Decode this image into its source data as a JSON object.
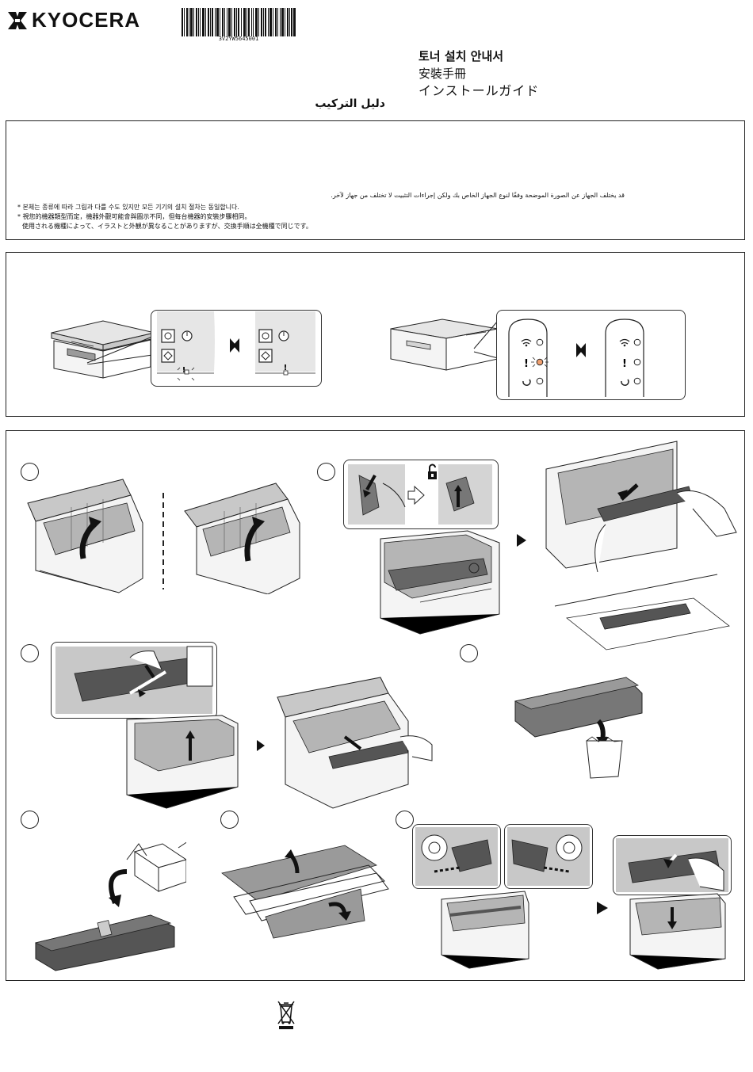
{
  "header": {
    "brand": "KYOCERA",
    "barcode_number": "3V2YW5645001"
  },
  "titles": {
    "korean": "토너 설치 안내서",
    "chinese": "安裝手冊",
    "japanese": "インストールガイド",
    "arabic": "دليل التركيب"
  },
  "notes": {
    "arabic": "قد يختلف الجهاز عن الصورة الموضحة وفقًا لنوع الجهاز الخاص بك ولكن إجراءات التثبيت لا تختلف من جهاز لآخر.",
    "korean": "* 본체는 종류에 따라 그림과 다를 수도 있지만 모든 기기의 설치 절차는 동일합니다.",
    "chinese": "* 視您的機器類型而定，機器外觀可能會與圖示不同，但每台機器的安裝步驟相同。",
    "japanese": "使用される機種によって、イラストと外観が異なることがありますが、交換手順は全機種で同じです。"
  },
  "colors": {
    "ink": "#111111",
    "line": "#222222",
    "panel_fill": "#e6e6e6",
    "machine_fill": "#d4d4d4",
    "shade": "#9a9a9a",
    "led_orange": "#f0a070"
  },
  "icons": {
    "brand_mark": "kyocera-logo-icon",
    "arrow_step": "triangle-right-icon",
    "diamond_toggle": "double-diamond-icon",
    "unlock": "padlock-open-icon",
    "waste": "crossed-out-bin-icon"
  }
}
